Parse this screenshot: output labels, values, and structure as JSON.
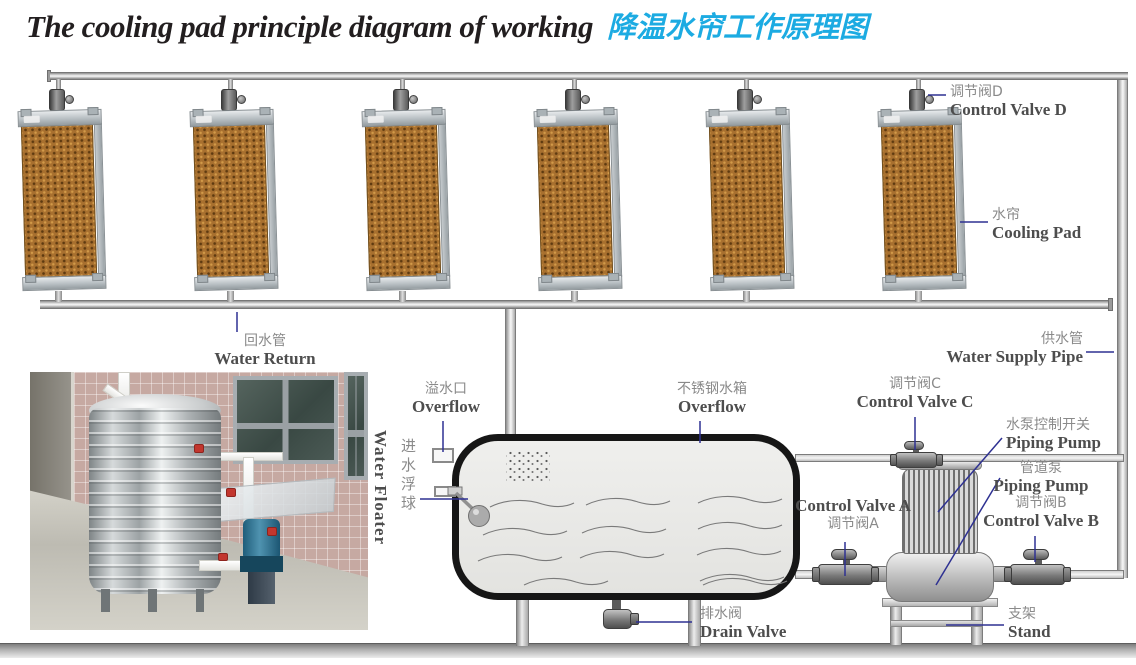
{
  "title": {
    "en": "The cooling pad principle diagram of working",
    "zh": "降温水帘工作原理图"
  },
  "colors": {
    "title_cyan": "#1cabe2",
    "leader_blue": "#2e3192",
    "pad_brown": "#a8702f",
    "label_zh_gray": "#8a8a8a",
    "label_en_gray": "#4d4d4d"
  },
  "diagram": {
    "cooling_pad_count": 6
  },
  "labels": {
    "control_valve_d": {
      "zh": "调节阀D",
      "en": "Control Valve D"
    },
    "cooling_pad": {
      "zh": "水帘",
      "en": "Cooling Pad"
    },
    "water_return": {
      "zh": "回水管",
      "en": "Water Return"
    },
    "water_supply_pipe": {
      "zh": "供水管",
      "en": "Water Supply Pipe"
    },
    "overflow_outlet": {
      "zh": "溢水口",
      "en": "Overflow"
    },
    "stainless_tank": {
      "zh": "不锈钢水箱",
      "en": "Overflow"
    },
    "control_valve_c": {
      "zh": "调节阀C",
      "en": "Control Valve C"
    },
    "pump_control_switch": {
      "zh": "水泵控制开关",
      "en": "Piping Pump"
    },
    "piping_pump": {
      "zh": "管道泵",
      "en": "Piping Pump"
    },
    "control_valve_b": {
      "zh": "调节阀B",
      "en": "Control Valve B"
    },
    "control_valve_a": {
      "en": "Control Valve A",
      "zh": "调节阀A"
    },
    "drain_valve": {
      "zh": "排水阀",
      "en": "Drain Valve"
    },
    "stand": {
      "zh": "支架",
      "en": "Stand"
    },
    "water_floater": {
      "zh": "进水浮球",
      "en": "Water Floater"
    }
  }
}
